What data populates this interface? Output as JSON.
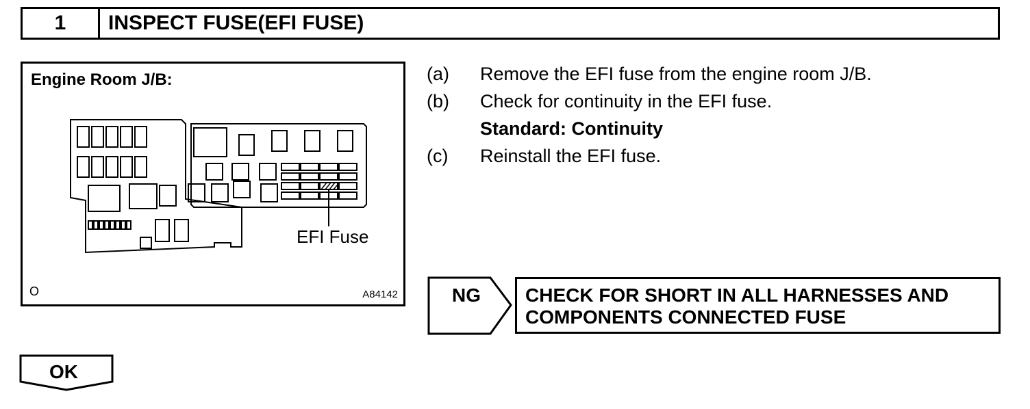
{
  "header": {
    "step_number": "1",
    "title": "INSPECT FUSE(EFI FUSE)"
  },
  "figure": {
    "label": "Engine Room J/B:",
    "callout": "EFI Fuse",
    "code_left": "O",
    "code_right": "A84142"
  },
  "instructions": [
    {
      "letter": "(a)",
      "text": "Remove the EFI fuse from the engine room J/B."
    },
    {
      "letter": "(b)",
      "text": "Check  for continuity in the EFI fuse."
    },
    {
      "letter": "",
      "text": "Standard: Continuity"
    },
    {
      "letter": "(c)",
      "text": "Reinstall the EFI fuse."
    }
  ],
  "ng": {
    "label": "NG",
    "line1": "CHECK FOR SHORT IN ALL HARNESSES AND",
    "line2": "COMPONENTS CONNECTED FUSE"
  },
  "ok": {
    "label": "OK"
  }
}
